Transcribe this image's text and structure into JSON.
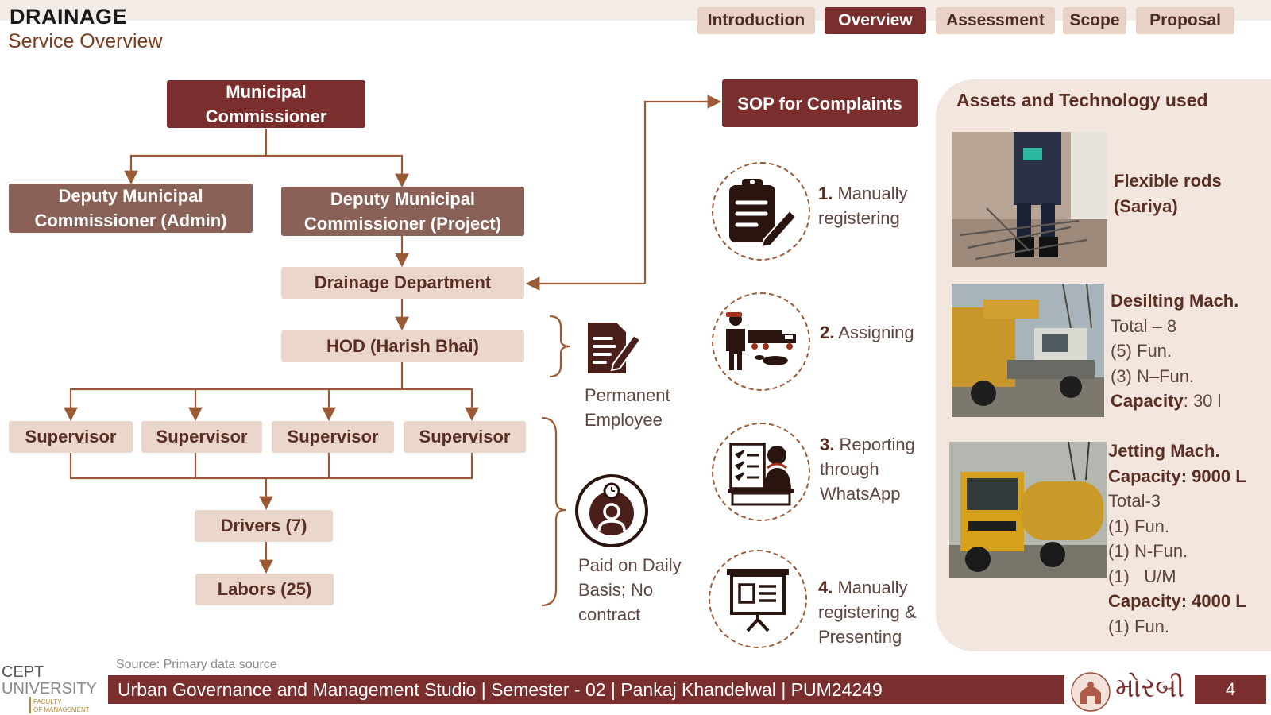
{
  "header": {
    "title": "DRAINAGE",
    "subtitle": "Service Overview"
  },
  "nav": {
    "tabs": [
      {
        "label": "Introduction",
        "active": false
      },
      {
        "label": "Overview",
        "active": true
      },
      {
        "label": "Assessment",
        "active": false
      },
      {
        "label": "Scope",
        "active": false
      },
      {
        "label": "Proposal",
        "active": false
      }
    ]
  },
  "org": {
    "commissioner": [
      "Municipal",
      "Commissioner"
    ],
    "deputy_admin": [
      "Deputy Municipal",
      "Commissioner (Admin)"
    ],
    "deputy_project": [
      "Deputy Municipal",
      "Commissioner (Project)"
    ],
    "department": "Drainage Department",
    "hod": "HOD (Harish Bhai)",
    "supervisors": [
      "Supervisor",
      "Supervisor",
      "Supervisor",
      "Supervisor"
    ],
    "drivers": "Drivers (7)",
    "labors": "Labors (25)",
    "permanent_label": [
      "Permanent",
      "Employee"
    ],
    "daily_label": [
      "Paid on Daily",
      "Basis; No",
      "contract"
    ]
  },
  "sop": {
    "title": "SOP for Complaints",
    "steps": [
      {
        "num": "1.",
        "lines": [
          "Manually",
          "registering"
        ],
        "icon": "clipboard-edit-icon"
      },
      {
        "num": "2.",
        "lines": [
          "Assigning"
        ],
        "icon": "worker-truck-icon"
      },
      {
        "num": "3.",
        "lines": [
          "Reporting",
          "through",
          "WhatsApp"
        ],
        "icon": "reporting-icon"
      },
      {
        "num": "4.",
        "lines": [
          "Manually",
          "registering &",
          "Presenting"
        ],
        "icon": "presentation-board-icon"
      }
    ]
  },
  "assets": {
    "title": "Assets and Technology used",
    "rods": [
      "Flexible rods",
      "(Sariya)"
    ],
    "desilting": {
      "name": "Desilting Mach.",
      "total": "Total – 8",
      "fun": "(5) Fun.",
      "nfun": "(3) N–Fun.",
      "capacity_label": "Capacity",
      "capacity_value": ": 30 l"
    },
    "jetting": {
      "name": "Jetting Mach.",
      "capacity1": "Capacity: 9000 L",
      "total": "Total-3",
      "fun": "(1) Fun.",
      "nfun": "(1) N-Fun.",
      "um": "(1)   U/M",
      "capacity2": "Capacity: 4000 L",
      "fun2": "(1) Fun."
    }
  },
  "footer": {
    "source": "Source: Primary data source",
    "text": "Urban Governance and Management Studio | Semester - 02 | Pankaj Khandelwal | PUM24249",
    "page": "4",
    "city": "મોરબી",
    "logo_text": [
      "CEPT",
      "UNIVERSITY",
      "FACULTY",
      "OF MANAGEMENT"
    ]
  },
  "colors": {
    "primary": "#7a2e2e",
    "secondary": "#8a6157",
    "light": "#ead6cb",
    "line": "#9a5a36"
  }
}
